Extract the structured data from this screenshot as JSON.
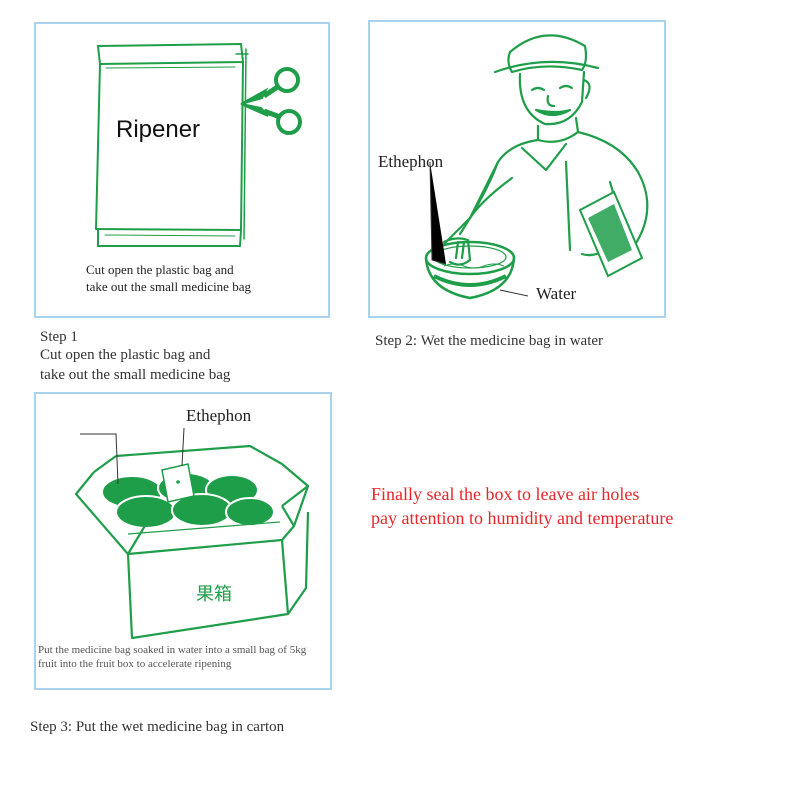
{
  "step1": {
    "bag_label": "Ripener",
    "inner_caption_line1": "Cut open the plastic bag and",
    "inner_caption_line2": "take out the small medicine bag",
    "caption_line1": "Step 1",
    "caption_line2": "Cut open the plastic bag and",
    "caption_line3": "take out the small medicine bag"
  },
  "step2": {
    "ethephon_label": "Ethephon",
    "water_label": "Water",
    "caption": "Step 2: Wet the medicine bag in water"
  },
  "step3": {
    "ethephon_label": "Ethephon",
    "box_label": "果箱",
    "inner_caption_line1": "Put the medicine bag soaked in water into a small bag of 5kg",
    "inner_caption_line2": " fruit into the fruit box to accelerate ripening",
    "caption": "Step 3: Put the wet medicine bag in carton"
  },
  "final_note": {
    "line1": "Finally seal the box to leave air holes",
    "line2": "pay attention to humidity and temperature"
  },
  "colors": {
    "illustration_green": "#1f9e4a",
    "panel_border": "#a9d3ec",
    "note_red": "#e8262a"
  }
}
